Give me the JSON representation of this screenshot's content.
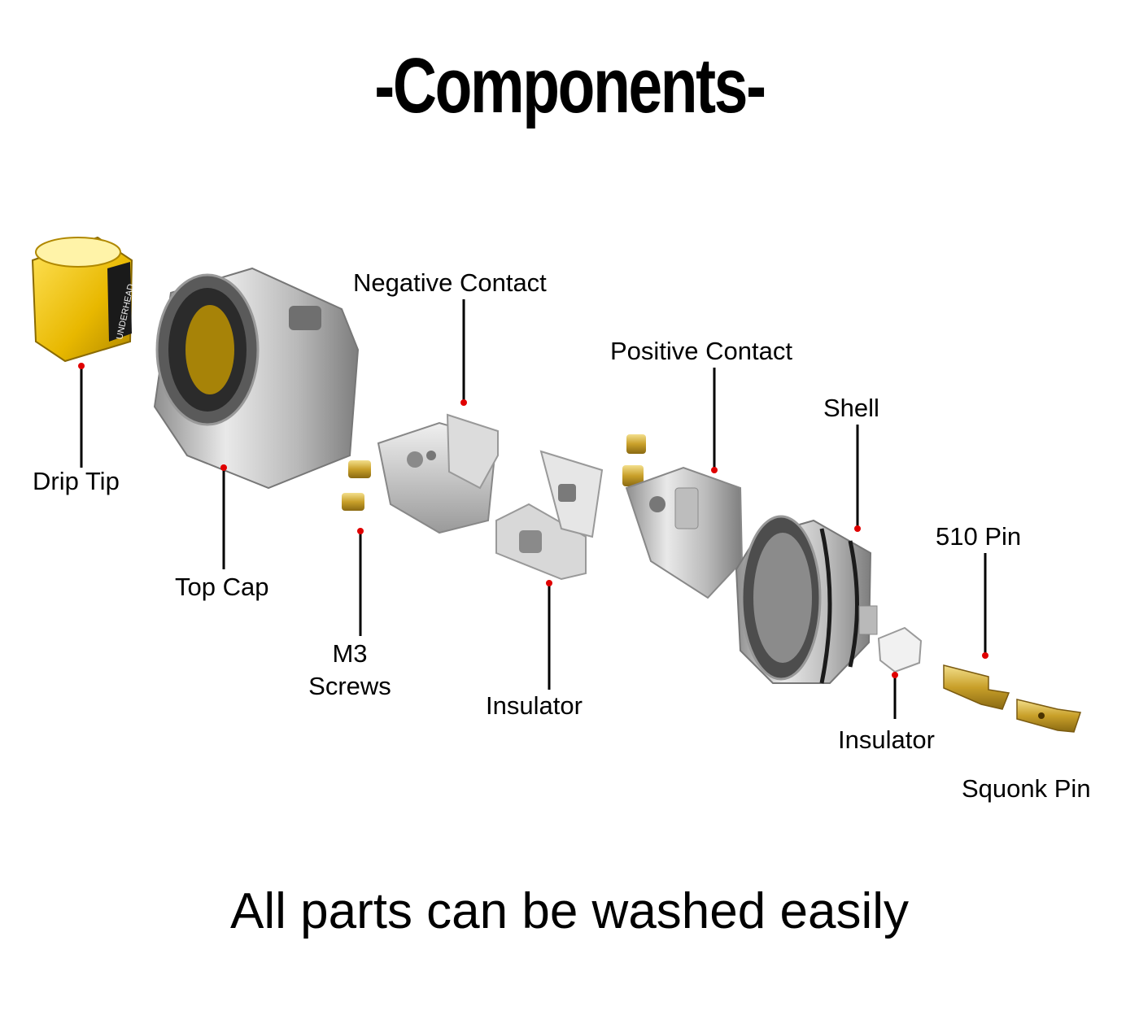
{
  "title": "-Components-",
  "footer": "All parts can be washed easily",
  "components": {
    "drip_tip": "Drip Tip",
    "drip_tip_engraving": "UNDERHEAD",
    "top_cap": "Top Cap",
    "m3_screws_line1": "M3",
    "m3_screws_line2": "Screws",
    "negative_contact": "Negative Contact",
    "insulator_center": "Insulator",
    "positive_contact": "Positive Contact",
    "shell": "Shell",
    "insulator_right": "Insulator",
    "pin_510": "510 Pin",
    "squonk_pin": "Squonk Pin"
  },
  "colors": {
    "marker": "#e00000",
    "leader": "#000000",
    "metal": "#c8c8c8",
    "brass": "#d6b23a",
    "drip_tip": "#f2c200"
  }
}
